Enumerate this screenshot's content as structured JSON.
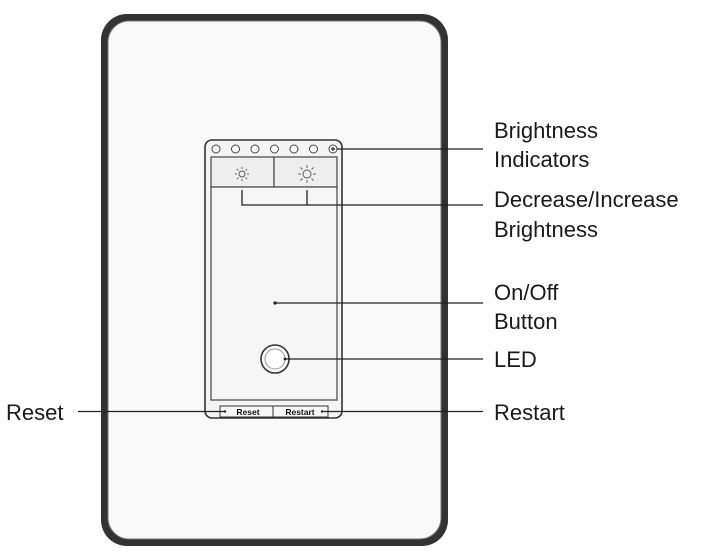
{
  "labels": {
    "brightness_indicators": [
      "Brightness",
      "Indicators"
    ],
    "decrease_increase": [
      "Decrease/Increase",
      "Brightness"
    ],
    "on_off": [
      "On/Off",
      "Button"
    ],
    "led": "LED",
    "reset_callout": "Reset",
    "restart_callout": "Restart"
  },
  "device": {
    "reset_button_label": "Reset",
    "restart_button_label": "Restart"
  },
  "icons": {
    "decrease": "small-sun-icon",
    "increase": "large-sun-icon"
  },
  "colors": {
    "plate_fill": "#f9f9f9",
    "plate_stroke": "#333333",
    "button_fill": "#eeeeee",
    "line": "#222222"
  }
}
